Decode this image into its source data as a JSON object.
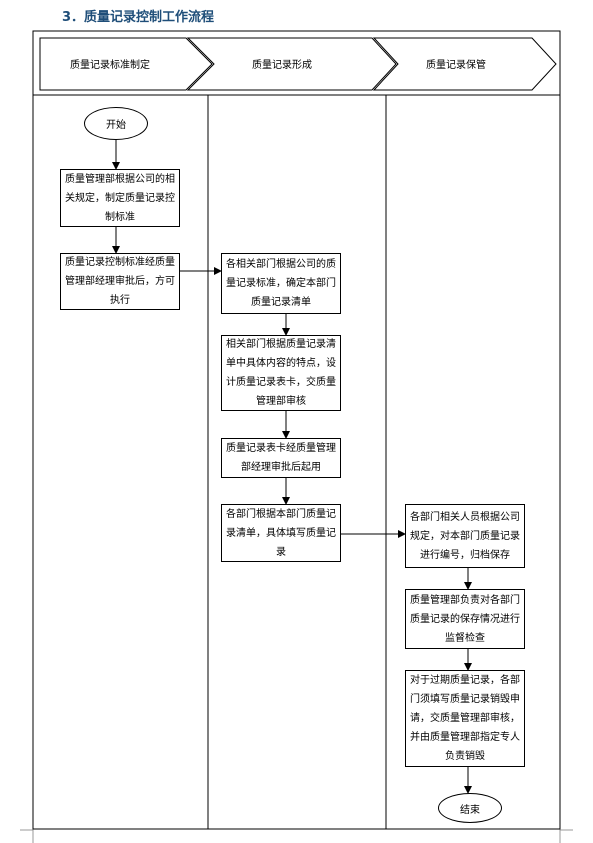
{
  "title": "3．质量记录控制工作流程",
  "lanes": [
    {
      "label": "质量记录标准制定"
    },
    {
      "label": "质量记录形成"
    },
    {
      "label": "质量记录保管"
    }
  ],
  "nodes": {
    "start": "开始",
    "n1": "质量管理部根据公司的相关规定，制定质量记录控制标准",
    "n2": "质量记录控制标准经质量管理部经理审批后，方可执行",
    "n3": "各相关部门根据公司的质量记录标准，确定本部门质量记录清单",
    "n4": "相关部门根据质量记录清单中具体内容的特点，设计质量记录表卡，交质量管理部审核",
    "n5": "质量记录表卡经质量管理部经理审批后起用",
    "n6": "各部门根据本部门质量记录清单，具体填写质量记录",
    "n7": "各部门相关人员根据公司规定，对本部门质量记录进行编号，归档保存",
    "n8": "质量管理部负责对各部门质量记录的保存情况进行监督检查",
    "n9": "对于过期质量记录，各部门须填写质量记录销毁申请，交质量管理部审核，并由质量管理部指定专人负责销毁",
    "end": "结束"
  }
}
